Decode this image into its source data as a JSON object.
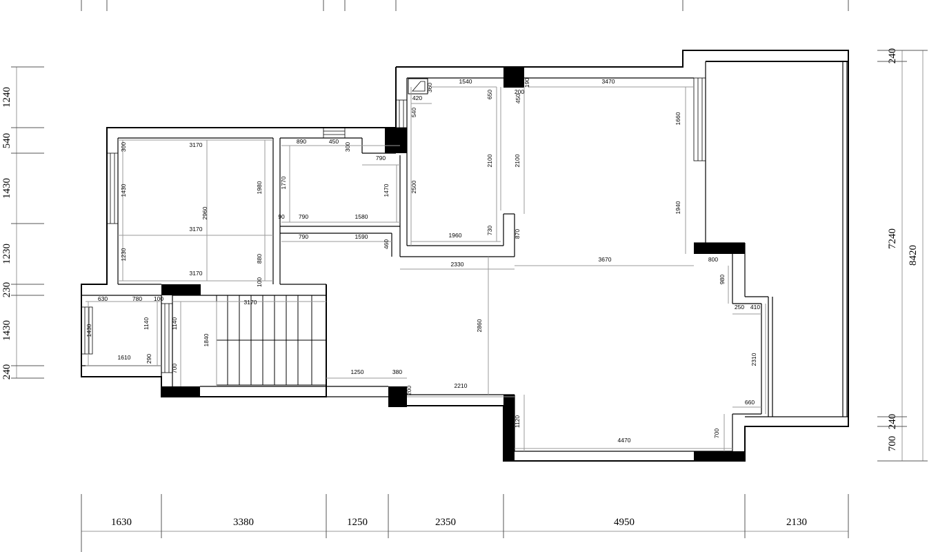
{
  "plan": {
    "bottom_dims": [
      "1630",
      "3380",
      "1250",
      "2350",
      "4950",
      "2130"
    ],
    "left_dims": [
      "1240",
      "540",
      "1430",
      "1230",
      "230",
      "1430",
      "240"
    ],
    "right_dims": [
      "240",
      "7240",
      "8420",
      "240",
      "700"
    ],
    "room_dims": [
      "300",
      "3170",
      "890",
      "450",
      "300",
      "790",
      "1430",
      "1980",
      "1770",
      "1470",
      "2960",
      "90",
      "790",
      "1580",
      "3170",
      "790",
      "1590",
      "460",
      "1230",
      "880",
      "3170",
      "100",
      "630",
      "780",
      "100",
      "3170",
      "1430",
      "1140",
      "1140",
      "1840",
      "1610",
      "290",
      "700",
      "420",
      "360",
      "1540",
      "650",
      "200",
      "190",
      "3470",
      "540",
      "450",
      "2500",
      "2100",
      "2100",
      "1660",
      "730",
      "870",
      "1960",
      "1940",
      "2330",
      "3670",
      "800",
      "980",
      "250",
      "410",
      "2860",
      "2310",
      "1250",
      "380",
      "200",
      "2210",
      "660",
      "1120",
      "700",
      "4470"
    ]
  }
}
